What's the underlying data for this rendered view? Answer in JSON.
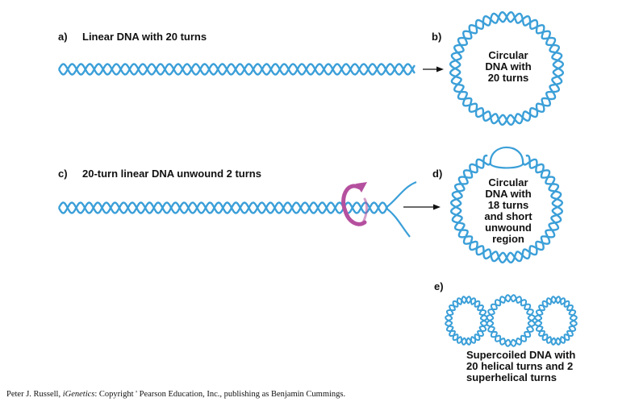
{
  "colors": {
    "dna": "#3b9fd8",
    "arrow": "#111111",
    "rotation": "#b5509f",
    "text": "#111111"
  },
  "panels": {
    "a": {
      "letter": "a)",
      "title": "Linear DNA with 20 turns"
    },
    "b": {
      "letter": "b)",
      "title": "Circular\nDNA with\n20 turns"
    },
    "c": {
      "letter": "c)",
      "title": "20-turn linear DNA unwound 2 turns"
    },
    "d": {
      "letter": "d)",
      "title": "Circular\nDNA with\n18 turns\nand short\nunwound\nregion"
    },
    "e": {
      "letter": "e)",
      "title": "Supercoiled DNA with\n20 helical turns and 2\nsuperhelical turns"
    }
  },
  "icons": {
    "rotation": "rotation-arrow-icon",
    "arrow": "right-arrow-icon"
  },
  "credit": {
    "author": "Peter J. Russell,",
    "book": "iGenetics",
    "rest": ": Copyright ' Pearson Education, Inc., publishing as Benjamin Cummings."
  }
}
